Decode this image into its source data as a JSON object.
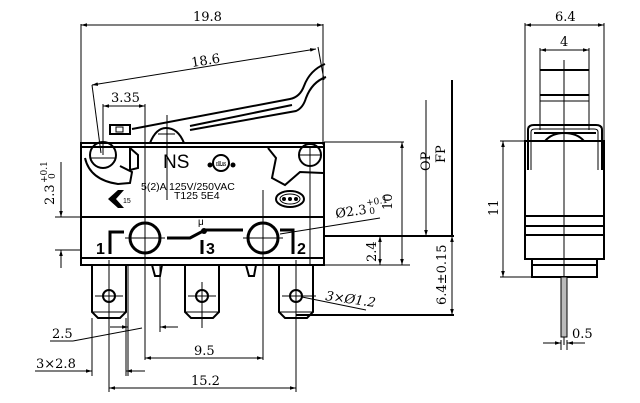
{
  "drawing": {
    "title": "Micro switch dimensional drawing",
    "front_view": {
      "dimensions": {
        "overall_length": "19.8",
        "lever_length": "18.6",
        "lever_pivot_offset": "3.35",
        "hole_offset_top": "2.3",
        "hole_offset_top_tol_upper": "+0.1",
        "hole_offset_top_tol_lower": "0",
        "mount_hole_dia": "Ø2.3",
        "mount_hole_dia_tol_upper": "+0.1",
        "mount_hole_dia_tol_lower": "0",
        "body_height": "10",
        "hole_to_base": "2.4",
        "terminal_length": "6.4±0.15",
        "operating_position": "OP",
        "free_position": "FP",
        "terminal_hole": "3×Ø1.2",
        "terminal_offset": "2.5",
        "terminal_width": "3×2.8",
        "mount_hole_pitch": "9.5",
        "terminal_pitch": "15.2"
      },
      "markings": {
        "brand": "NS",
        "rating": "5(2)A 125V/250VAC",
        "code": "T125 5E4",
        "cert_ul": "cULus",
        "cert_ccc": "CQC",
        "cert_enec": "15",
        "mu_symbol": "μ",
        "terminal_1": "1",
        "terminal_2": "2",
        "terminal_3": "3"
      }
    },
    "side_view": {
      "dimensions": {
        "width": "6.4",
        "lever_width": "4",
        "height": "11",
        "terminal_thickness": "0.5"
      }
    }
  }
}
